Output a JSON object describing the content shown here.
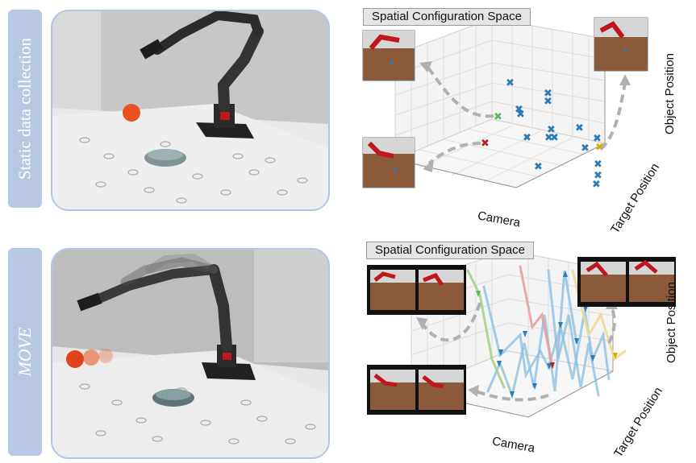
{
  "rows": {
    "top": {
      "label": "Static data collection"
    },
    "bottom": {
      "label": "MOVE"
    }
  },
  "plots": {
    "top": {
      "title": "Spatial Configuration Space",
      "axes": {
        "x": "Camera",
        "y": "Target Position",
        "z": "Object Position"
      }
    },
    "bottom": {
      "title": "Spatial Configuration Space",
      "axes": {
        "x": "Camera",
        "y": "Target Position",
        "z": "Object Position"
      }
    }
  },
  "colors": {
    "tab": "#b8c7e4",
    "photo_border": "#b3c4e6",
    "robot_red": "#c0171c",
    "marker_blue": "#2b7bb9",
    "marker_green": "#5cb85c",
    "marker_red": "#b22222",
    "marker_yellow": "#e0a800",
    "traj_blue": "#8fbfe0",
    "traj_green": "#a7d08a",
    "traj_yellow": "#f0d890",
    "traj_red": "#e6a0a0",
    "arrow_gray": "#b0b0b0"
  }
}
